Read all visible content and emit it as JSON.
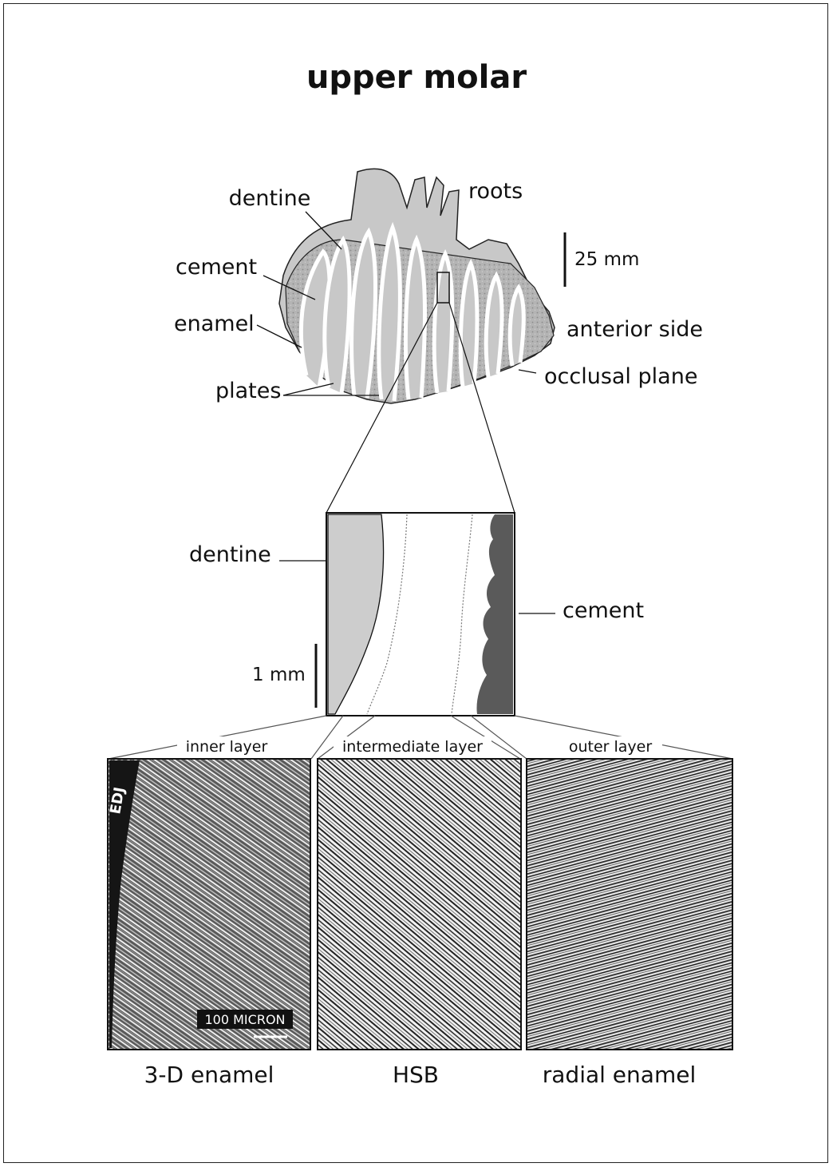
{
  "title": "upper molar",
  "molar_labels": {
    "dentine": "dentine",
    "roots": "roots",
    "cement": "cement",
    "enamel": "enamel",
    "plates": "plates",
    "anterior_side": "anterior side",
    "occlusal_plane": "occlusal plane",
    "scale_25mm": "25 mm"
  },
  "section_labels": {
    "dentine": "dentine",
    "cement": "cement",
    "scale_1mm": "1 mm"
  },
  "layers": [
    {
      "layer": "inner layer",
      "caption": "3-D enamel"
    },
    {
      "layer": "intermediate layer",
      "caption": "HSB"
    },
    {
      "layer": "outer layer",
      "caption": "radial enamel"
    }
  ],
  "micrograph_labels": {
    "edj": "EDJ",
    "scale_micron": "100 MICRON"
  },
  "colors": {
    "dentine_fill": "#c9c9c9",
    "enamel_fill": "#ffffff",
    "cement_fill": "#555555",
    "plate_fill": "#a9a9a9"
  }
}
